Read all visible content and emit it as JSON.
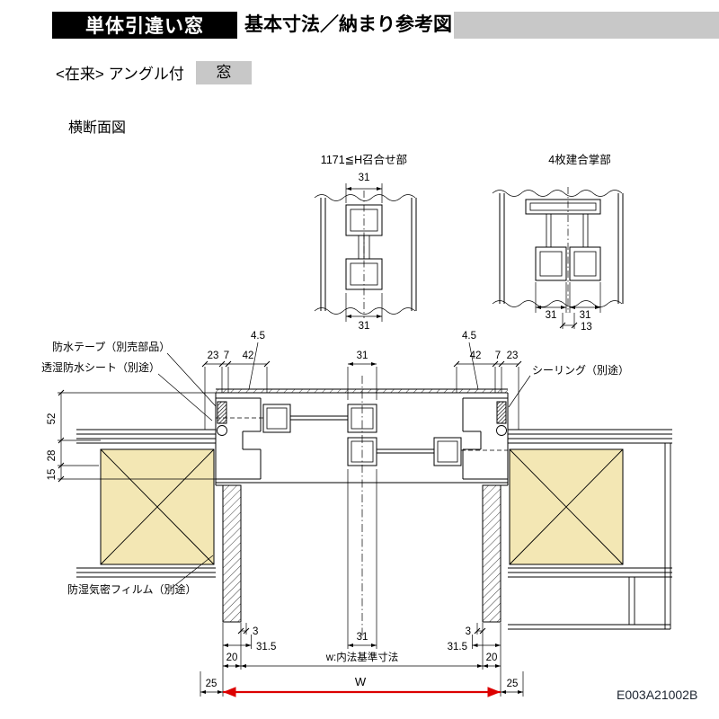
{
  "header": {
    "title_badge": "単体引違い窓",
    "title_text": "基本寸法／納まり参考図",
    "variant_text": "<在来> アングル付",
    "variant_badge": "窓",
    "view_title": "横断面図"
  },
  "details": {
    "meeting_stile_title": "1171≦H召合せ部",
    "four_panel_title": "4枚建合掌部"
  },
  "callouts": {
    "waterproof_tape": "防水テープ（別売部品）",
    "breathable_sheet": "透湿防水シート（別途）",
    "sealing": "シーリング（別途）",
    "vapor_film": "防湿気密フィルム（別途）"
  },
  "dims": {
    "lt_top": "31",
    "lt_bottom": "31",
    "rt_left": "31",
    "rt_right": "31",
    "rt_offset": "13",
    "l45": "4.5",
    "r45": "4.5",
    "l23": "23",
    "l7": "7",
    "l42": "42",
    "c31_top": "31",
    "r42": "42",
    "r7": "7",
    "r23": "23",
    "v52": "52",
    "v28": "28",
    "v15": "15",
    "bl3": "3",
    "bl315": "31.5",
    "c31_bottom": "31",
    "br3": "3",
    "br315": "31.5",
    "bl20": "20",
    "br20": "20",
    "bl25": "25",
    "br25": "25"
  },
  "footer": {
    "w_note": "w:内法基準寸法",
    "w_letter": "W",
    "code": "E003A21002B"
  },
  "colors": {
    "header_badge_bg": "#000000",
    "gray_bar": "#c8c8c8",
    "wood_fill": "#f3e7b4",
    "w_arrow_red": "#dc0000"
  }
}
